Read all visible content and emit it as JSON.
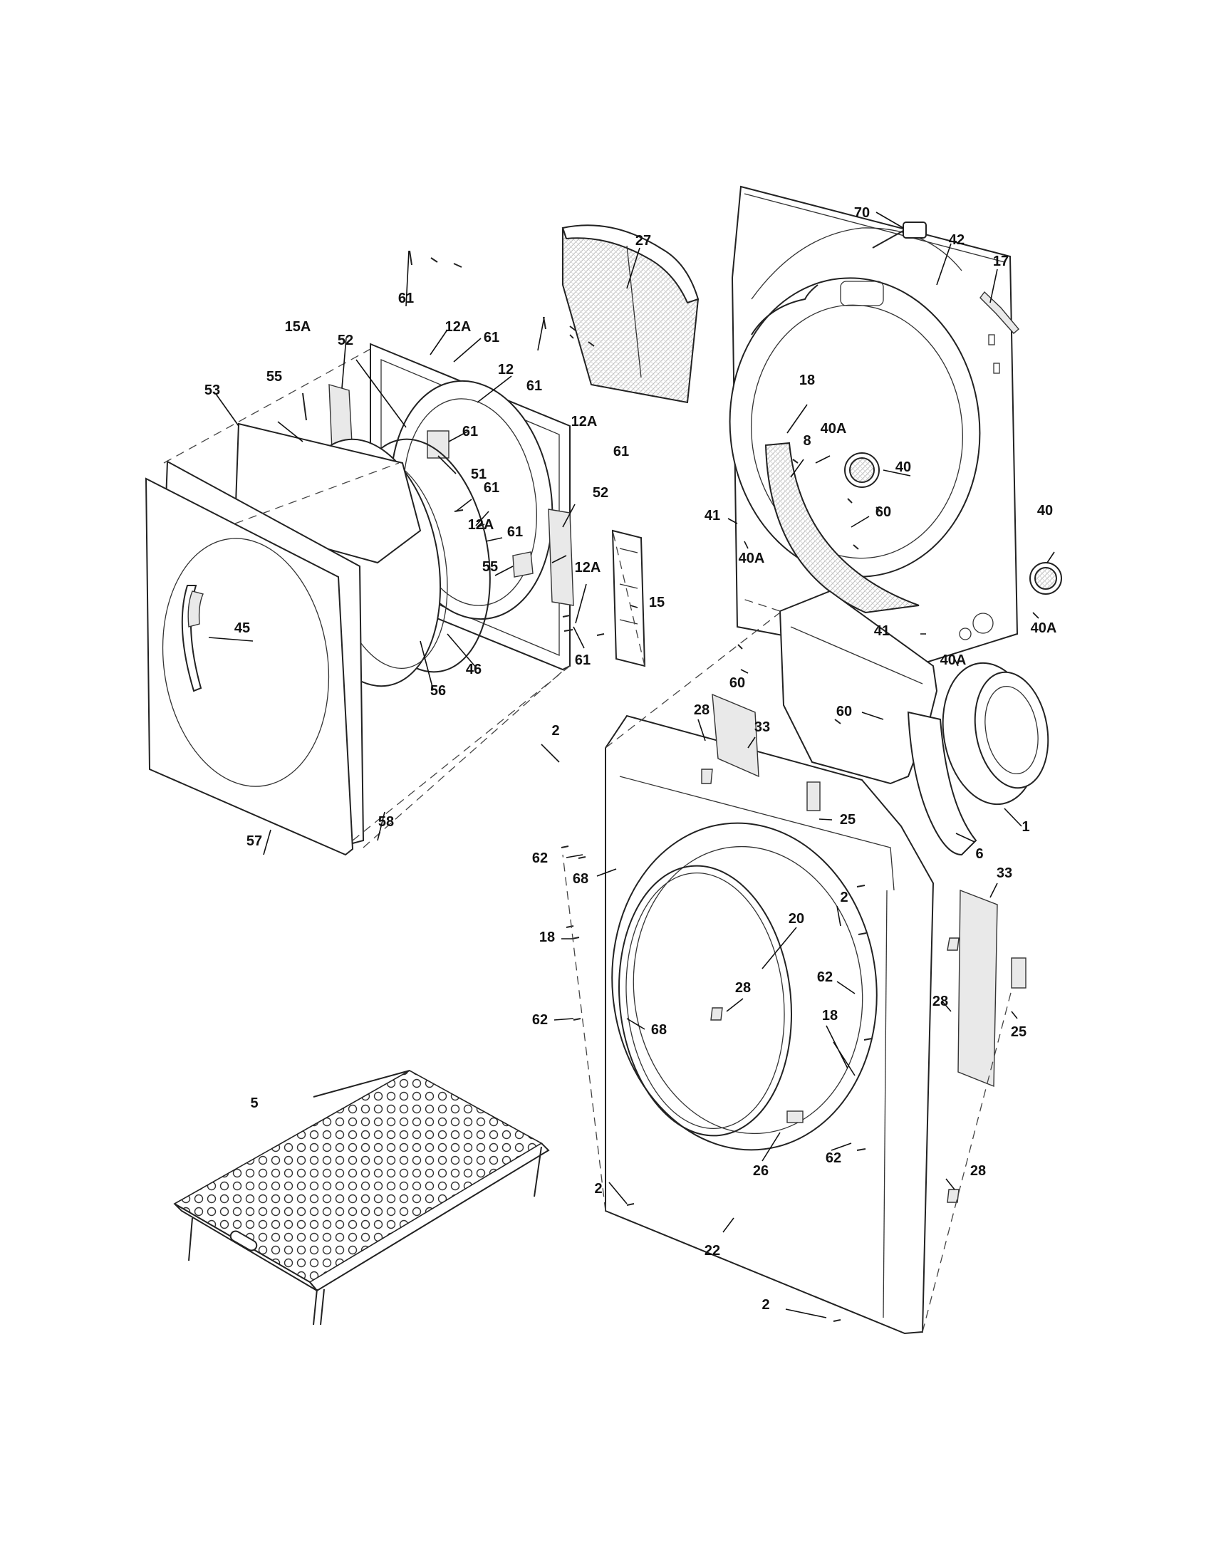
{
  "callouts": [
    {
      "id": "c-70",
      "label": "70"
    },
    {
      "id": "c-42",
      "label": "42"
    },
    {
      "id": "c-17",
      "label": "17"
    },
    {
      "id": "c-27",
      "label": "27"
    },
    {
      "id": "c-61a",
      "label": "61"
    },
    {
      "id": "c-12a-a",
      "label": "12A"
    },
    {
      "id": "c-61b",
      "label": "61"
    },
    {
      "id": "c-15a",
      "label": "15A"
    },
    {
      "id": "c-52a",
      "label": "52"
    },
    {
      "id": "c-12",
      "label": "12"
    },
    {
      "id": "c-55a",
      "label": "55"
    },
    {
      "id": "c-53",
      "label": "53"
    },
    {
      "id": "c-61c",
      "label": "61"
    },
    {
      "id": "c-12a-b",
      "label": "12A"
    },
    {
      "id": "c-61d",
      "label": "61"
    },
    {
      "id": "c-61e",
      "label": "61"
    },
    {
      "id": "c-51",
      "label": "51"
    },
    {
      "id": "c-61f",
      "label": "61"
    },
    {
      "id": "c-52b",
      "label": "52"
    },
    {
      "id": "c-12a-c",
      "label": "12A"
    },
    {
      "id": "c-61g",
      "label": "61"
    },
    {
      "id": "c-55b",
      "label": "55"
    },
    {
      "id": "c-12a-d",
      "label": "12A"
    },
    {
      "id": "c-15",
      "label": "15"
    },
    {
      "id": "c-61h",
      "label": "61"
    },
    {
      "id": "c-45",
      "label": "45"
    },
    {
      "id": "c-46",
      "label": "46"
    },
    {
      "id": "c-56",
      "label": "56"
    },
    {
      "id": "c-57",
      "label": "57"
    },
    {
      "id": "c-58",
      "label": "58"
    },
    {
      "id": "c-18a",
      "label": "18"
    },
    {
      "id": "c-8",
      "label": "8"
    },
    {
      "id": "c-40a-a",
      "label": "40A"
    },
    {
      "id": "c-40a",
      "label": "40"
    },
    {
      "id": "c-60a",
      "label": "60"
    },
    {
      "id": "c-41a",
      "label": "41"
    },
    {
      "id": "c-40a-b",
      "label": "40A"
    },
    {
      "id": "c-40b",
      "label": "40"
    },
    {
      "id": "c-40a-c",
      "label": "40A"
    },
    {
      "id": "c-41b",
      "label": "41"
    },
    {
      "id": "c-40a-d",
      "label": "40A"
    },
    {
      "id": "c-60b",
      "label": "60"
    },
    {
      "id": "c-60c",
      "label": "60"
    },
    {
      "id": "c-1",
      "label": "1"
    },
    {
      "id": "c-6",
      "label": "6"
    },
    {
      "id": "c-2a",
      "label": "2"
    },
    {
      "id": "c-28a",
      "label": "28"
    },
    {
      "id": "c-33a",
      "label": "33"
    },
    {
      "id": "c-25a",
      "label": "25"
    },
    {
      "id": "c-62a",
      "label": "62"
    },
    {
      "id": "c-68a",
      "label": "68"
    },
    {
      "id": "c-33b",
      "label": "33"
    },
    {
      "id": "c-18b",
      "label": "18"
    },
    {
      "id": "c-2b",
      "label": "2"
    },
    {
      "id": "c-20",
      "label": "20"
    },
    {
      "id": "c-62b",
      "label": "62"
    },
    {
      "id": "c-28b",
      "label": "28"
    },
    {
      "id": "c-28c",
      "label": "28"
    },
    {
      "id": "c-25b",
      "label": "25"
    },
    {
      "id": "c-62c",
      "label": "62"
    },
    {
      "id": "c-68b",
      "label": "68"
    },
    {
      "id": "c-18c",
      "label": "18"
    },
    {
      "id": "c-62d",
      "label": "62"
    },
    {
      "id": "c-26",
      "label": "26"
    },
    {
      "id": "c-5",
      "label": "5"
    },
    {
      "id": "c-28d",
      "label": "28"
    },
    {
      "id": "c-2c",
      "label": "2"
    },
    {
      "id": "c-22",
      "label": "22"
    },
    {
      "id": "c-2d",
      "label": "2"
    }
  ]
}
